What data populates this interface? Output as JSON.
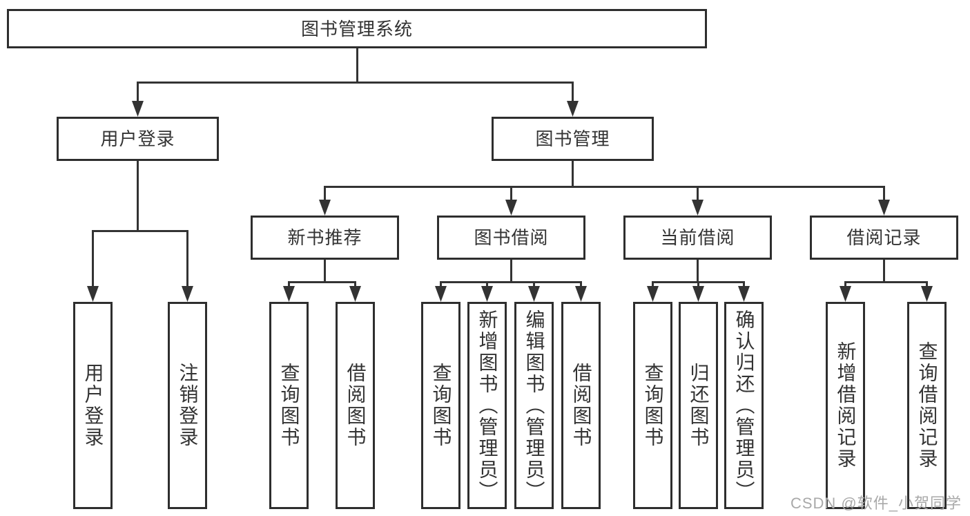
{
  "colors": {
    "line": "#333333",
    "box_border": "#2e2e2e",
    "text": "#333333",
    "watermark": "#a9a9a9",
    "background": "#ffffff"
  },
  "watermark": "CSDN @软件_小贺同学",
  "tree": {
    "root": "图书管理系统",
    "branches": [
      {
        "label": "用户登录",
        "leaves": [
          "用户登录",
          "注销登录"
        ]
      },
      {
        "label": "图书管理",
        "groups": [
          {
            "label": "新书推荐",
            "leaves": [
              "查询图书",
              "借阅图书"
            ]
          },
          {
            "label": "图书借阅",
            "leaves": [
              "查询图书",
              "新增图书（管理员）",
              "编辑图书（管理员）",
              "借阅图书"
            ]
          },
          {
            "label": "当前借阅",
            "leaves": [
              "查询图书",
              "归还图书",
              "确认归还（管理员）"
            ]
          },
          {
            "label": "借阅记录",
            "leaves": [
              "新增借阅记录",
              "查询借阅记录"
            ]
          }
        ]
      }
    ]
  }
}
